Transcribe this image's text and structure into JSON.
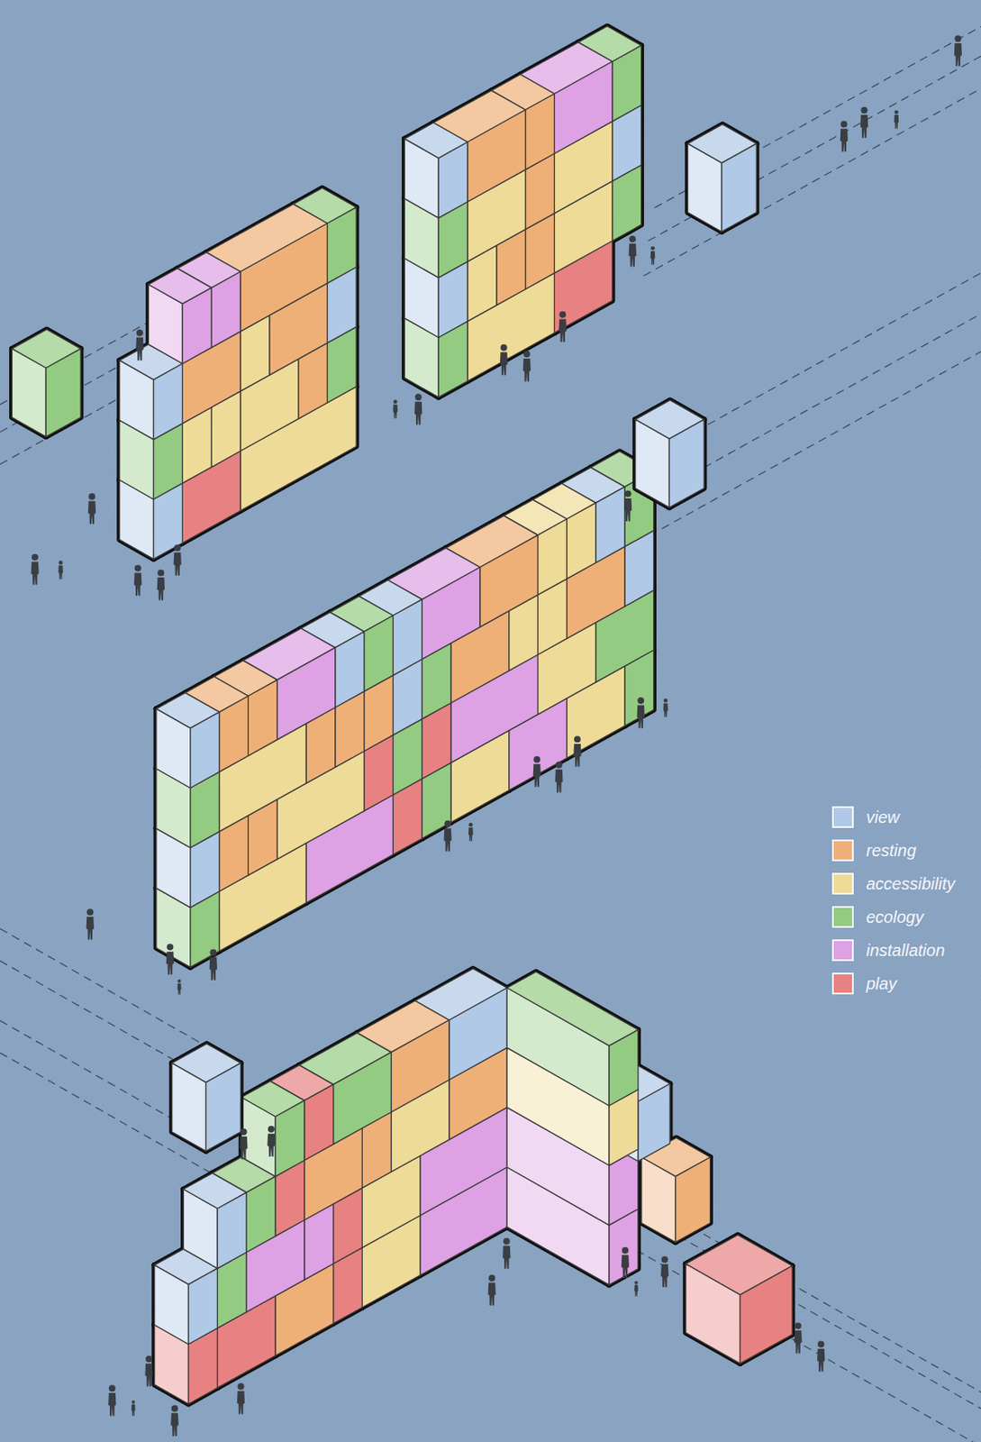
{
  "diagram": {
    "legend": [
      {
        "text": "view",
        "color": "#b0c9e6"
      },
      {
        "text": "resting",
        "color": "#efb078"
      },
      {
        "text": "accessibility",
        "color": "#efdb98"
      },
      {
        "text": "ecology",
        "color": "#94cb82"
      },
      {
        "text": "installation",
        "color": "#dda1e4"
      },
      {
        "text": "play",
        "color": "#e88282"
      }
    ]
  }
}
